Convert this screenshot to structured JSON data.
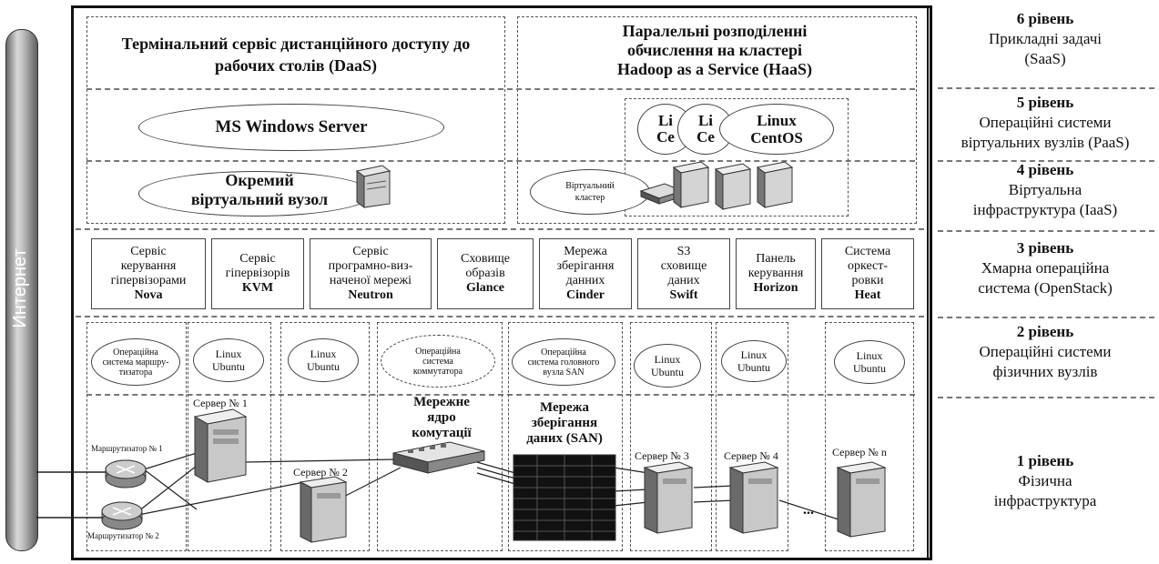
{
  "internet_label": "Интернет",
  "top": {
    "daas": "Термінальний сервіс дистанційного доступу до рабочих столів (DaaS)",
    "haas_line1": "Паралельні розподіленні",
    "haas_line2": "обчислення на кластері",
    "haas_line3": "Hadoop as a Service (HaaS)",
    "ms_windows": "MS Windows Server",
    "linux_centos_1": "Linux",
    "linux_centos_2": "CentOS",
    "li_1": "Li",
    "ce_1": "Ce",
    "li_2": "Li",
    "ce_2": "Ce",
    "vm_line1": "Окремий",
    "vm_line2": "віртуальний вузол",
    "cluster_1": "Віртуальний",
    "cluster_2": "кластер"
  },
  "services": [
    {
      "l1": "Сервіс",
      "l2": "керування",
      "l3": "гіпервізорами",
      "name": "Nova"
    },
    {
      "l1": "Сервіс",
      "l2": "гіпервізорів",
      "l3": "",
      "name": "KVM"
    },
    {
      "l1": "Сервіс",
      "l2": "програмно-виз-",
      "l3": "наченої мережі",
      "name": "Neutron"
    },
    {
      "l1": "Сховище",
      "l2": "образів",
      "l3": "",
      "name": "Glance"
    },
    {
      "l1": "Мережа",
      "l2": "зберігання",
      "l3": "данних",
      "name": "Cinder"
    },
    {
      "l1": "S3",
      "l2": "сховище",
      "l3": "даних",
      "name": "Swift"
    },
    {
      "l1": "Панель",
      "l2": "керування",
      "l3": "",
      "name": "Horizon"
    },
    {
      "l1": "Система",
      "l2": "оркест-",
      "l3": "ровки",
      "name": "Heat"
    }
  ],
  "os": {
    "router_os_1": "Операційна",
    "router_os_2": "система маршру-",
    "router_os_3": "тизатора",
    "switch_os_1": "Операційна",
    "switch_os_2": "система",
    "switch_os_3": "коммутатора",
    "san_os_1": "Операційна",
    "san_os_2": "система головного",
    "san_os_3": "вузла SAN",
    "linux": "Linux",
    "ubuntu": "Ubuntu"
  },
  "physical": {
    "server1": "Сервер № 1",
    "server2": "Сервер № 2",
    "server3": "Сервер № 3",
    "server4": "Сервер № 4",
    "servern": "Сервер № n",
    "router1": "Маршрутизатор № 1",
    "router2": "Маршрутизатор № 2",
    "switch_1": "Мережне",
    "switch_2": "ядро",
    "switch_3": "комутації",
    "san_1": "Мережа",
    "san_2": "зберігання",
    "san_3": "даних (SAN)",
    "dots": "..."
  },
  "levels": [
    {
      "num": "6 рівень",
      "l1": "Прикладні задачі",
      "l2": "(SaaS)"
    },
    {
      "num": "5 рівень",
      "l1": "Операційні системи",
      "l2": "віртуальних вузлів (PaaS)"
    },
    {
      "num": "4 рівень",
      "l1": "Віртуальна",
      "l2": "інфраструктура (IaaS)"
    },
    {
      "num": "3 рівень",
      "l1": "Хмарна операційна",
      "l2": "система (OpenStack)"
    },
    {
      "num": "2 рівень",
      "l1": "Операційні системи",
      "l2": "фізичних вузлів"
    },
    {
      "num": "1 рівень",
      "l1": "Фізична",
      "l2": "інфраструктура"
    }
  ]
}
